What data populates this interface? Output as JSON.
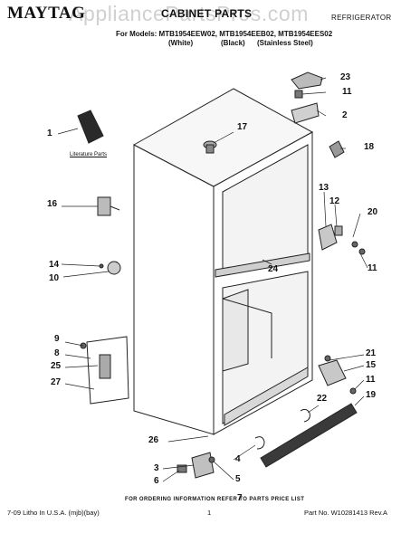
{
  "header": {
    "brand": "MAYTAG",
    "title": "CABINET PARTS",
    "category": "REFRIGERATOR",
    "watermark": "AppliancePartsPros.com",
    "models_line": "For Models: MTB1954EEW02, MTB1954EEB02, MTB1954EES02",
    "variant_white": "(White)",
    "variant_black": "(Black)",
    "variant_stainless": "(Stainless Steel)"
  },
  "literature_label": "Literature Parts",
  "callouts": {
    "c1": "1",
    "c2": "2",
    "c3": "3",
    "c4": "4",
    "c5": "5",
    "c6": "6",
    "c7": "7",
    "c8": "8",
    "c9": "9",
    "c10": "10",
    "c11a": "11",
    "c11b": "11",
    "c11c": "11",
    "c12": "12",
    "c13": "13",
    "c14": "14",
    "c15": "15",
    "c16": "16",
    "c17": "17",
    "c18": "18",
    "c19": "19",
    "c20": "20",
    "c21": "21",
    "c22": "22",
    "c23": "23",
    "c24": "24",
    "c25": "25",
    "c26": "26",
    "c27": "27"
  },
  "footer": {
    "note": "FOR ORDERING INFORMATION REFER TO PARTS PRICE LIST",
    "left": "7-09 Litho In U.S.A. (mjb)(bay)",
    "page": "1",
    "right": "Part No. W10281413 Rev.A"
  }
}
